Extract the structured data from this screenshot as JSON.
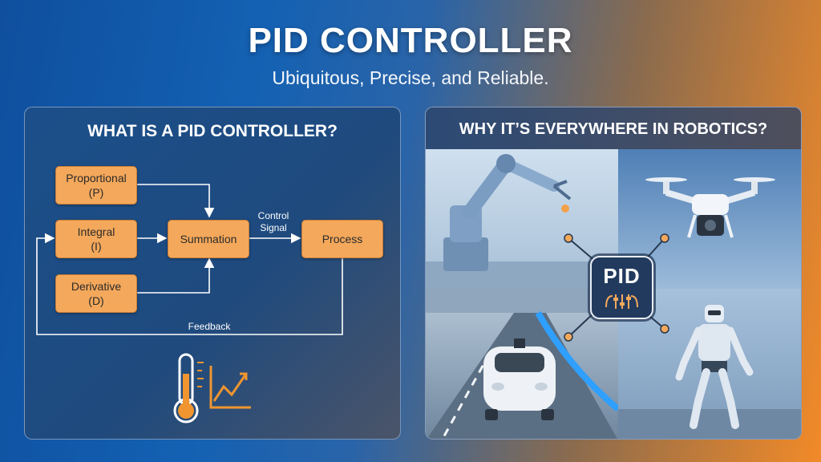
{
  "header": {
    "title": "PID CONTROLLER",
    "subtitle": "Ubiquitous, Precise, and Reliable."
  },
  "left_panel": {
    "heading": "WHAT IS A PID CONTROLLER?",
    "blocks": {
      "proportional": {
        "line1": "Proportional",
        "line2": "(P)"
      },
      "integral": {
        "line1": "Integral",
        "line2": "(I)"
      },
      "derivative": {
        "line1": "Derivative",
        "line2": "(D)"
      },
      "summation": "Summation",
      "process": "Process"
    },
    "labels": {
      "control_signal_1": "Control",
      "control_signal_2": "Signal",
      "feedback": "Feedback"
    },
    "icons": [
      "thermometer-icon",
      "trend-chart-icon"
    ]
  },
  "right_panel": {
    "heading": "WHY IT’S EVERYWHERE IN ROBOTICS?",
    "center_badge": "PID",
    "images": [
      "robot-arm",
      "drone",
      "self-driving-car",
      "humanoid-robot"
    ]
  },
  "colors": {
    "accent_orange": "#f4a85b",
    "panel_blue": "#1e4a7e",
    "bg_left": "#0f4f9e",
    "bg_right": "#f28a28"
  }
}
